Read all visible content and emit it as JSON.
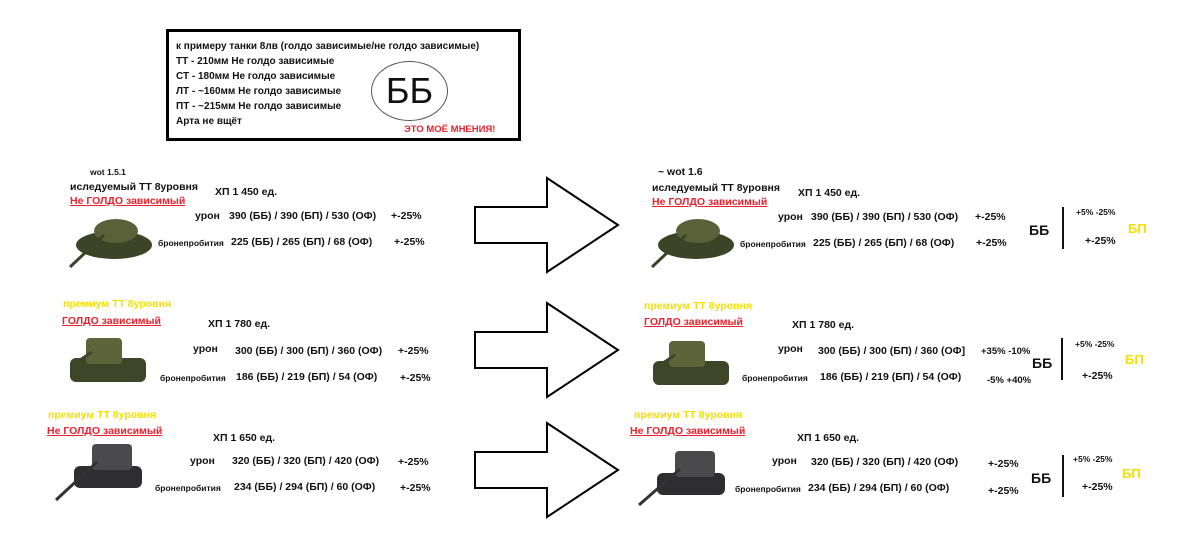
{
  "note": {
    "lines": [
      "к примеру танки 8лв (голдо зависимые/не голдо зависимые)",
      "ТТ - 210мм Не голдо зависимые",
      "СТ - 180мм Не голдо зависимые",
      "ЛТ - ~160мм Не голдо зависимые",
      "ПТ - ~215мм Не голдо зависимые",
      "Арта не вщёт"
    ],
    "big_label": "ББ",
    "opinion": "ЭТО МОЁ МНЕНИЯ!"
  },
  "colors": {
    "red": "#e8222e",
    "yellow": "#f4e000"
  },
  "left": {
    "version": "wot 1.5.1",
    "rows": [
      {
        "type": "иследуемый ТТ  8уровня",
        "gold": "Не ГОЛДО зависимый",
        "hp": "ХП 1 450 ед.",
        "dmg_label": "урон",
        "dmg": "390 (ББ) / 390 (БП) / 530 (ОФ)",
        "dmg_mod": "+-25%",
        "pen_label": "бронепробития",
        "pen": "225 (ББ) / 265 (БП) / 68 (ОФ)",
        "pen_mod": "+-25%"
      },
      {
        "type": "премиум ТТ 8уровня",
        "gold": "ГОЛДО зависимый",
        "hp": "ХП 1 780 ед.",
        "dmg_label": "урон",
        "dmg": "300 (ББ) / 300 (БП) / 360 (ОФ)",
        "dmg_mod": "+-25%",
        "pen_label": "бронепробития",
        "pen": "186 (ББ) / 219 (БП) / 54 (ОФ)",
        "pen_mod": "+-25%"
      },
      {
        "type": "премиум ТТ 8уровня",
        "gold": "Не ГОЛДО зависимый",
        "hp": "ХП 1 650 ед.",
        "dmg_label": "урон",
        "dmg": "320 (ББ) / 320 (БП) / 420 (ОФ)",
        "dmg_mod": "+-25%",
        "pen_label": "бронепробития",
        "pen": "234 (ББ) / 294 (БП) / 60  (ОФ)",
        "pen_mod": "+-25%"
      }
    ]
  },
  "right": {
    "version": "~ wot 1.6",
    "rows": [
      {
        "type": "иследуемый ТТ  8уровня",
        "gold": "Не ГОЛДО зависимый",
        "hp": "ХП 1 450 ед.",
        "dmg_label": "урон",
        "dmg": "390 (ББ) / 390 (БП) / 530 (ОФ)",
        "dmg_mod": "+-25%",
        "pen_label": "бронепробития",
        "pen": "225 (ББ) / 265 (БП) / 68 (ОФ)",
        "pen_mod": "+-25%",
        "bb": "ББ",
        "bp": "БП",
        "bp_top": "+5%  -25%",
        "bp_bottom": "+-25%"
      },
      {
        "type": "премиум ТТ 8уровня",
        "gold": "ГОЛДО зависимый",
        "hp": "ХП 1 780 ед.",
        "dmg_label": "урон",
        "dmg": "300 (ББ) / 300 (БП) / 360 (ОФ]",
        "dmg_mod": "+35% -10%",
        "pen_label": "бронепробития",
        "pen": "186 (ББ) / 219 (БП) / 54 (ОФ)",
        "pen_mod": "-5% +40%",
        "bb": "ББ",
        "bp": "БП",
        "bp_top": "+5%  -25%",
        "bp_bottom": "+-25%"
      },
      {
        "type": "премиум ТТ 8уровня",
        "gold": "Не ГОЛДО зависимый",
        "hp": "ХП 1 650 ед.",
        "dmg_label": "урон",
        "dmg": "320 (ББ) / 320 (БП) / 420 (ОФ)",
        "dmg_mod": "+-25%",
        "pen_label": "бронепробития",
        "pen": "234 (ББ) / 294 (БП) / 60  (ОФ)",
        "pen_mod": "+-25%",
        "bb": "ББ",
        "bp": "БП",
        "bp_top": "+5%  -25%",
        "bp_bottom": "+-25%"
      }
    ]
  }
}
